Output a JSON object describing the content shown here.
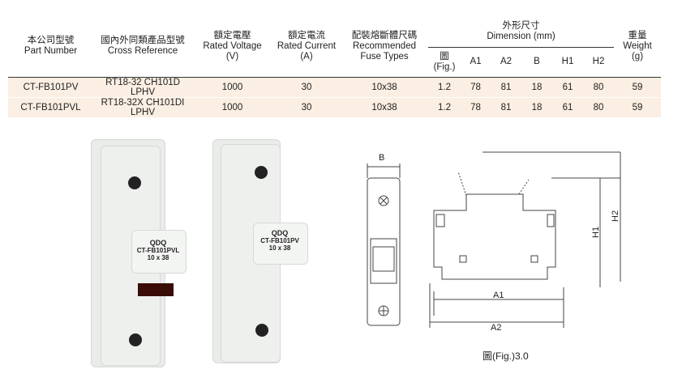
{
  "table": {
    "headers": {
      "part": {
        "zh": "本公司型號",
        "en": "Part Number"
      },
      "cross": {
        "zh": "國內外同類產品型號",
        "en": "Cross Reference"
      },
      "voltage": {
        "zh": "額定電壓",
        "en": "Rated Voltage",
        "unit": "(V)"
      },
      "current": {
        "zh": "額定電流",
        "en": "Rated Current",
        "unit": "(A)"
      },
      "fuse": {
        "zh": "配裝熔斷體尺碼",
        "en1": "Recommended",
        "en2": "Fuse Types"
      },
      "dimension": {
        "zh": "外形尺寸",
        "en": "Dimension (mm)"
      },
      "fig": {
        "zh": "圖",
        "en": "(Fig.)"
      },
      "a1": "A1",
      "a2": "A2",
      "b": "B",
      "h1": "H1",
      "h2": "H2",
      "weight": {
        "zh": "重量",
        "en": "Weight",
        "unit": "(g)"
      }
    },
    "rows": [
      [
        "CT-FB101PV",
        "RT18-32 CH101D LPHV",
        "1000",
        "30",
        "10x38",
        "1.2",
        "78",
        "81",
        "18",
        "61",
        "80",
        "59"
      ],
      [
        "CT-FB101PVL",
        "RT18-32X CH101DI LPHV",
        "1000",
        "30",
        "10x38",
        "1.2",
        "78",
        "81",
        "18",
        "61",
        "80",
        "59"
      ]
    ]
  },
  "products": [
    {
      "brand": "QDQ",
      "model": "CT-FB101PVL",
      "size": "10 x 38"
    },
    {
      "brand": "QDQ",
      "model": "CT-FB101PV",
      "size": "10 x 38"
    }
  ],
  "diagram": {
    "b": "B",
    "a1": "A1",
    "a2": "A2",
    "h1": "H1",
    "h2": "H2",
    "caption": "圖(Fig.)3.0"
  }
}
